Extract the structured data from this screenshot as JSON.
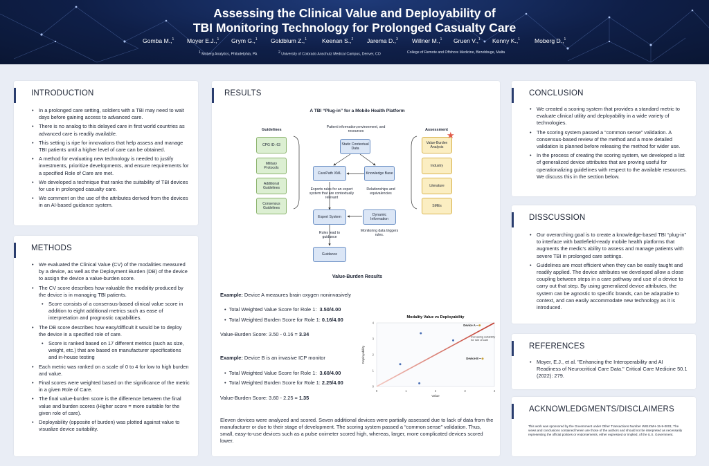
{
  "header": {
    "title_line1": "Assessing the Clinical Value and Deployability of",
    "title_line2": "TBI Monitoring Technology for Prolonged Casualty Care",
    "authors": [
      {
        "name": "Gomba M.,",
        "sup": "1"
      },
      {
        "name": "Moyer E.J.,",
        "sup": "1"
      },
      {
        "name": "Grym G.,",
        "sup": "1"
      },
      {
        "name": "Goldblum Z.,",
        "sup": "1"
      },
      {
        "name": "Keenan S.,",
        "sup": "2"
      },
      {
        "name": "Jarema D.,",
        "sup": "3"
      },
      {
        "name": "Willner M.,",
        "sup": "1"
      },
      {
        "name": "Gruen V.,",
        "sup": "1"
      },
      {
        "name": "Kenny K.,",
        "sup": "1"
      },
      {
        "name": "Moberg D.,",
        "sup": "1"
      }
    ],
    "affiliations": [
      {
        "sup": "1",
        "text": "Moberg Analytics, Philadelphia, PA"
      },
      {
        "sup": "2",
        "text": "University of Colorado Anschutz Medical Campus, Denver, CO"
      },
      {
        "sup": "",
        "text": "College of Remote and Offshore Medicine, Birzebbuge, Malta"
      }
    ]
  },
  "introduction": {
    "heading": "INTRODUCTION",
    "items": [
      "In a prolonged care setting, soldiers with a TBI may need to wait days before gaining access to advanced care.",
      "There is no analog to this delayed care in first world countries as advanced care is readily available.",
      "This setting is ripe for innovations that help assess and manage TBI patients until a higher level of care can be obtained.",
      "A method for evaluating new technology is needed to justify investments, prioritize developments, and ensure requirements for a specified Role of Care are met.",
      "We developed a technique that ranks the suitability of TBI devices for use in prolonged casualty care.",
      "We comment on the use of the attributes derived from the devices in an AI-based guidance system."
    ]
  },
  "methods": {
    "heading": "METHODS",
    "items": [
      {
        "text": "We evaluated the Clinical Value (CV) of the modalities measured by a device, as well as the Deployment Burden (DB) of the device to assign the device a value-burden score.",
        "sub": false
      },
      {
        "text": "The CV score describes how valuable the modality produced by the device is in managing TBI patients.",
        "sub": false
      },
      {
        "text": "Score consists of a consensus-based clinical value score in addition to eight additional metrics such as ease of interpretation and prognostic capabilities.",
        "sub": true
      },
      {
        "text": "The DB score describes how easy/difficult it would be to deploy the device in a specified role of care.",
        "sub": false
      },
      {
        "text": "Score is ranked based on 17 different metrics (such as size, weight, etc.) that are based on manufacturer specifications and in-house testing",
        "sub": true
      },
      {
        "text": "Each metric was ranked on a scale of 0 to 4 for low to high burden and value.",
        "sub": false
      },
      {
        "text": "Final scores were weighted based on the significance of the metric in a given Role of Care.",
        "sub": false
      },
      {
        "text": "The final value-burden score is the difference between the final value and burden scores (Higher score = more suitable for the given role of care).",
        "sub": false
      },
      {
        "text": "Deployability (opposite of burden) was plotted against value to visualize device suitability.",
        "sub": false
      }
    ]
  },
  "results": {
    "heading": "RESULTS",
    "figure_title": "A TBI “Plug-in” for a Mobile Health Platform",
    "guidelines_label": "Guidelines",
    "guidelines": [
      "CPG ID: 63",
      "Military Protocols",
      "Additional Guidelines",
      "Consensus Guidelines"
    ],
    "assessment_label": "Assessment",
    "assessment": [
      "Value-Burden Analysis",
      "Industry",
      "Literature",
      "SMEs"
    ],
    "top_note": "Patient information,environment, and resources",
    "static_box": "Static Contextual Data",
    "carepath_box": "CarePath XML",
    "knowledge_box": "Knowledge Base",
    "exports_note": "Exports rules for an expert system that are contextually relevant",
    "relationships_note": "Relationships and equivalencies",
    "expert_box": "Expert System",
    "dynamic_box": "Dynamic Information",
    "rules_note": "Rules lead to guidance",
    "monitoring_note": "Monitoring data triggers rules.",
    "guidance_box": "Guidance",
    "vb_title": "Value-Burden Results",
    "exA_label": "Example:",
    "exA_text": " Device A measures brain oxygen noninvasively",
    "exA_value_label": "Total Weighted Value Score for Role 1:",
    "exA_value": "3.50/4.00",
    "exA_burden_label": "Total Weighted Burden Score for Role 1:",
    "exA_burden": "0.16/4.00",
    "exA_score_label": "Value-Burden Score: 3.50 - 0.16 =",
    "exA_score": "3.34",
    "exB_label": "Example:",
    "exB_text": " Device B is an invasive ICP monitor",
    "exB_value_label": "Total Weighted Value Score for Role 1:",
    "exB_value": "3.60/4.00",
    "exB_burden_label": "Total Weighted Burden Score for Role 1:",
    "exB_burden": "2.25/4.00",
    "exB_score_label": "Value-Burden Score: 3.60 - 2.25 =",
    "exB_score": "1.35",
    "summary": "Eleven devices were analyzed and scored. Seven additional devices were partially assessed due to lack of data from the manufacturer or due to their stage of development. The scoring system passed a “common sense” validation. Thus, small, easy-to-use devices such as a pulse oximeter scored high, whereas, larger, more complicated devices scored lower."
  },
  "chart_data": {
    "type": "scatter",
    "title": "Modality Value vs Deployability",
    "xlabel": "Value",
    "ylabel": "Deployability",
    "xlim": [
      0,
      4
    ],
    "ylim": [
      0,
      4
    ],
    "xticks": [
      "0",
      "1",
      "2",
      "3",
      "4"
    ],
    "yticks": [
      "0",
      "1",
      "2",
      "3",
      "4"
    ],
    "annotation": "Increasing suitability for role of care",
    "series": [
      {
        "points": [
          {
            "x": 0.8,
            "y": 1.4
          },
          {
            "x": 1.45,
            "y": 0.2
          },
          {
            "x": 1.5,
            "y": 3.35
          },
          {
            "x": 2.6,
            "y": 2.9
          }
        ],
        "color": "#4a6fb5"
      },
      {
        "points": [
          {
            "x": 3.5,
            "y": 3.84,
            "label": "Device A"
          },
          {
            "x": 3.6,
            "y": 1.75,
            "label": "Device B"
          }
        ],
        "color": "#c9a13a"
      }
    ],
    "colors": {
      "line": "#c0392b",
      "points": "#4a6fb5",
      "highlight": "#d4b240"
    }
  },
  "conclusion": {
    "heading": "CONCLUSION",
    "items": [
      "We created a scoring system that provides a standard metric to evaluate clinical utility and deployability in a wide variety of technologies.",
      "The scoring system passed a “common sense” validation. A consensus-based review of the method and a more detailed validation is planned before releasing the method for wider use.",
      "In the process of creating the scoring system, we developed a list of generalized device attributes that are proving useful for operationalizing guidelines with respect to the available resources. We discuss this in the section below."
    ]
  },
  "discussion": {
    "heading": "DISSCUSSION",
    "items": [
      "Our overarching goal is to create a knowledge-based TBI “plug-in” to interface with battlefield-ready mobile health platforms that augments the medic’s ability to assess and manage patients with severe TBI in prolonged care settings.",
      "Guidelines are most efficient when they can be easily taught and readily applied. The device attributes we developed allow a close coupling between steps in a care pathway and use of a device to carry out that step. By using generalized device attributes, the system can be agnostic to specific brands, can be adaptable to context,  and can easily accommodate new technology as it is introduced."
    ]
  },
  "references": {
    "heading": "REFERENCES",
    "items": [
      "Moyer, E.J., et al. \"Enhancing the Interoperability and AI Readiness of Neurocritical Care Data.\" Critical Care Medicine 50.1 (2022): 279."
    ]
  },
  "acknowledgments": {
    "heading": "ACKNOWLEDGMENTS/DISCLAIMERS",
    "text": "This work was sponsored by the Government under Other Transactions Number W81XWH-15-9-0001; The views and conclusions contained herein are those of the authors and should not be interpreted as necessarily representing the official policies or endorsements, either expressed or implied, of the U.S. Government."
  }
}
